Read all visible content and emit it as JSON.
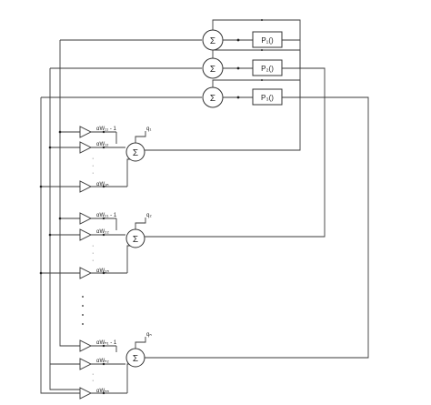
{
  "sum_symbol": "Σ",
  "top_blocks": [
    {
      "label": "P₁()"
    },
    {
      "label": "P₂()"
    },
    {
      "label": "P₃()"
    }
  ],
  "groups": [
    {
      "first_gain": "αW₁₁ - 1",
      "second_gain": "αW₁₂",
      "last_gain": "αW₁ₙ",
      "output": "q₁"
    },
    {
      "first_gain": "αW₂₁ - 1",
      "second_gain": "αW₂₂",
      "last_gain": "αW₂ₙ",
      "output": "q₂"
    },
    {
      "first_gain": "αWₙ₁ - 1",
      "second_gain": "αWₙ₂",
      "last_gain": "αWₙₙ",
      "output": "qₙ"
    }
  ]
}
